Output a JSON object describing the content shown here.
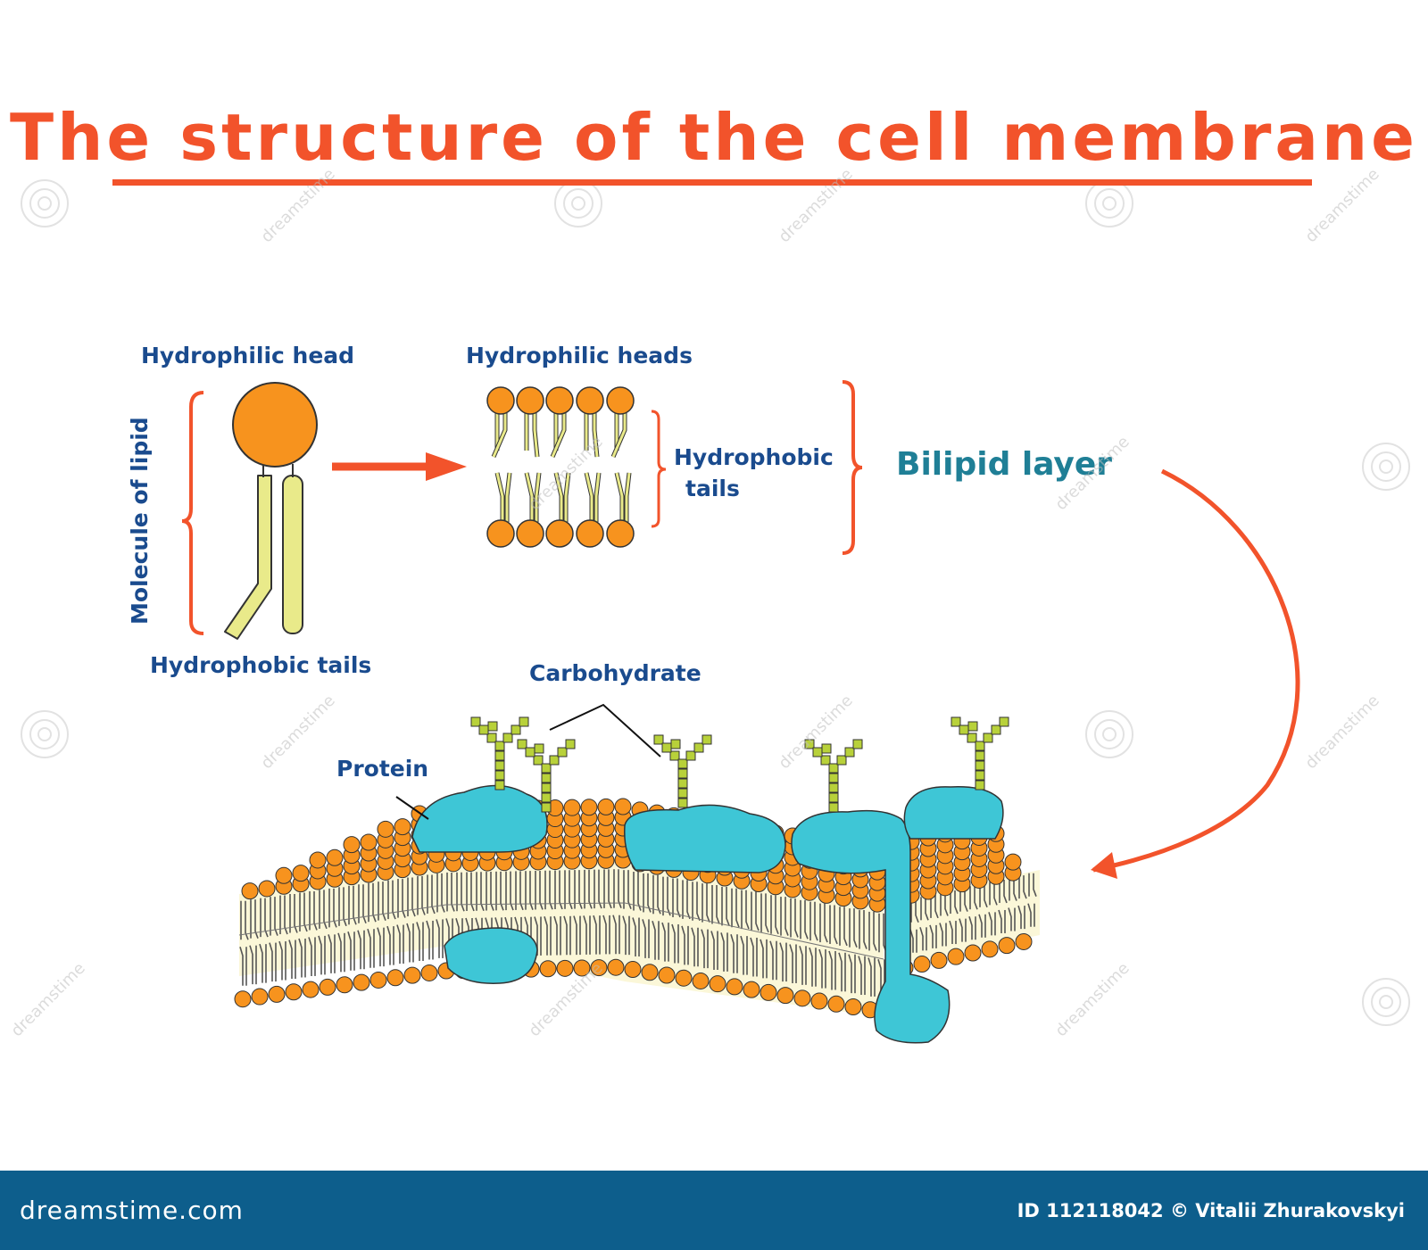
{
  "title": "The structure of the cell membrane",
  "labels": {
    "hydrophilic_head": "Hydrophilic head",
    "molecule_of_lipid": "Molecule of lipid",
    "hydrophobic_tails_single": "Hydrophobic tails",
    "hydrophilic_heads": "Hydrophilic heads",
    "hydrophobic": "Hydrophobic",
    "tails": "tails",
    "bilipid_layer": "Bilipid layer",
    "carbohydrate": "Carbohydrate",
    "protein": "Protein"
  },
  "footer": {
    "brand": "dreamstime.com",
    "credit": "ID 112118042 © Vitalii Zhurakovskyi"
  },
  "watermark": "dreamstime",
  "colors": {
    "title": "#f2532b",
    "bracket": "#f2532b",
    "label": "#1a4b8e",
    "bilipid_label": "#1f7f96",
    "head": "#f7931e",
    "tail": "#e9ea8a",
    "protein": "#3ec6d6",
    "carbohydrate": "#b8d13a",
    "footer_bg": "#0d5e8c"
  }
}
